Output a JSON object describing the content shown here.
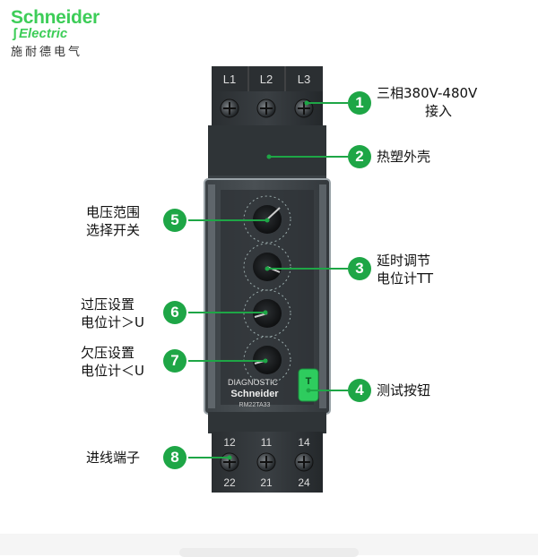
{
  "brand": {
    "name": "Schneider",
    "sub": "Electric",
    "cn": "施耐德电气",
    "color": "#3dcd58"
  },
  "device": {
    "top_terminals": [
      "L1",
      "L2",
      "L3"
    ],
    "bottom_terminals_top_row": [
      "12",
      "11",
      "14"
    ],
    "bottom_terminals_bottom_row": [
      "22",
      "21",
      "24"
    ],
    "brand_on_device": "Schneider",
    "diag_label": "DIAGNOSTIC",
    "model": "RM22TA33",
    "test_button_label": "T"
  },
  "callouts": [
    {
      "num": "1",
      "lines": [
        "三相380V-480V",
        "接入"
      ]
    },
    {
      "num": "2",
      "lines": [
        "热塑外壳"
      ]
    },
    {
      "num": "3",
      "lines": [
        "延时调节",
        "电位计TT"
      ]
    },
    {
      "num": "4",
      "lines": [
        "测试按钮"
      ]
    },
    {
      "num": "5",
      "lines": [
        "电压范围",
        "选择开关"
      ]
    },
    {
      "num": "6",
      "lines": [
        "过压设置",
        "电位计＞U"
      ]
    },
    {
      "num": "7",
      "lines": [
        "欠压设置",
        "电位计＜U"
      ]
    },
    {
      "num": "8",
      "lines": [
        "进线端子"
      ]
    }
  ],
  "accent_green": "#1ea646"
}
